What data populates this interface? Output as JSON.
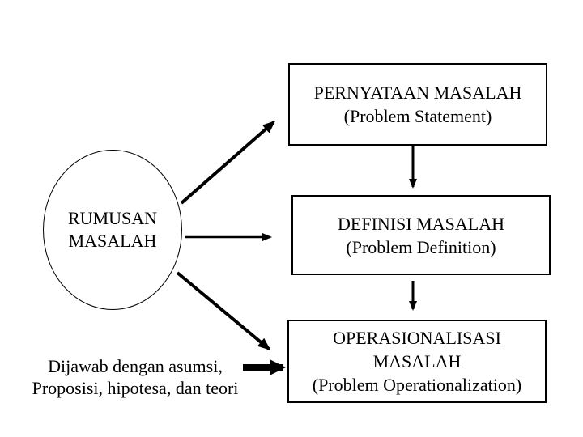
{
  "diagram": {
    "nodes": {
      "rumusan": {
        "label": "RUMUSAN\nMASALAH",
        "shape": "ellipse"
      },
      "statement": {
        "label": "PERNYATAAN MASALAH\n(Problem Statement)",
        "shape": "rectangle"
      },
      "definition": {
        "label": "DEFINISI MASALAH\n(Problem Definition)",
        "shape": "rectangle"
      },
      "operationalization": {
        "label": "OPERASIONALISASI\nMASALAH\n(Problem Operationalization)",
        "shape": "rectangle"
      }
    },
    "note": {
      "text": "Dijawab dengan asumsi,\nProposisi, hipotesa, dan teori"
    },
    "connections": [
      "rumusan -> statement",
      "rumusan -> definition",
      "rumusan -> operationalization",
      "statement -> definition",
      "definition -> operationalization",
      "note -> operationalization"
    ],
    "colors": {
      "background": "#ffffff",
      "line": "#000000",
      "text": "#000000"
    }
  }
}
